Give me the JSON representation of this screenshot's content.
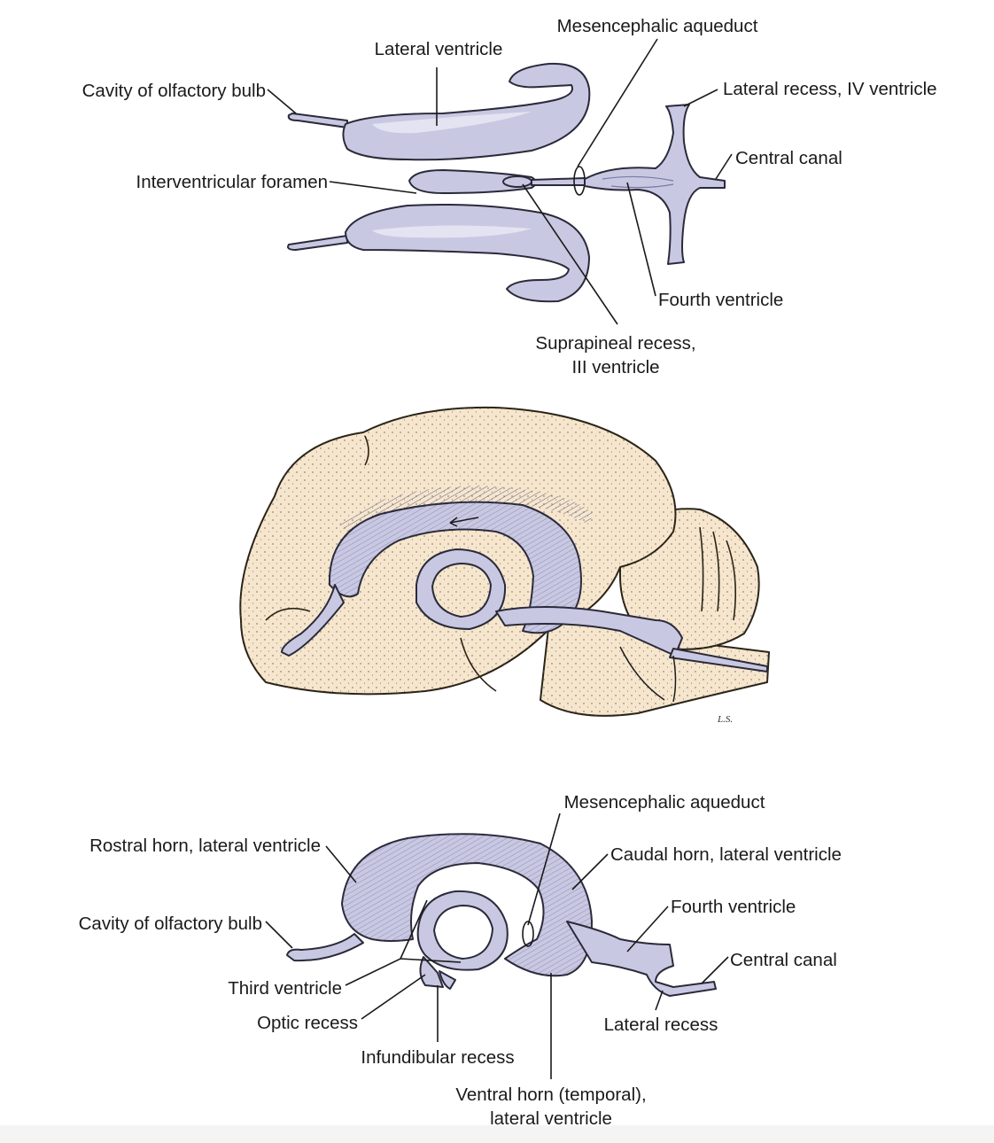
{
  "top_view": {
    "labels": {
      "lateral_ventricle": "Lateral ventricle",
      "mesencephalic_aqueduct": "Mesencephalic aqueduct",
      "cavity_olfactory_bulb": "Cavity of olfactory bulb",
      "lateral_recess_iv": "Lateral recess, IV ventricle",
      "central_canal": "Central canal",
      "interventricular_foramen": "Interventricular foramen",
      "fourth_ventricle": "Fourth ventricle",
      "suprapineal_line1": "Suprapineal recess,",
      "suprapineal_line2": "III ventricle"
    }
  },
  "middle_view": {
    "signature": "L.S."
  },
  "bottom_view": {
    "labels": {
      "mesencephalic_aqueduct": "Mesencephalic aqueduct",
      "rostral_horn": "Rostral horn, lateral ventricle",
      "caudal_horn": "Caudal horn, lateral ventricle",
      "fourth_ventricle": "Fourth ventricle",
      "cavity_olfactory_bulb": "Cavity of olfactory bulb",
      "central_canal": "Central canal",
      "third_ventricle": "Third ventricle",
      "optic_recess": "Optic recess",
      "lateral_recess": "Lateral recess",
      "infundibular_recess": "Infundibular recess",
      "ventral_horn_line1": "Ventral horn (temporal),",
      "ventral_horn_line2": "lateral ventricle"
    }
  },
  "colors": {
    "ventricle_fill": "#c9c8e2",
    "brain_fill": "#f6e6cd"
  }
}
